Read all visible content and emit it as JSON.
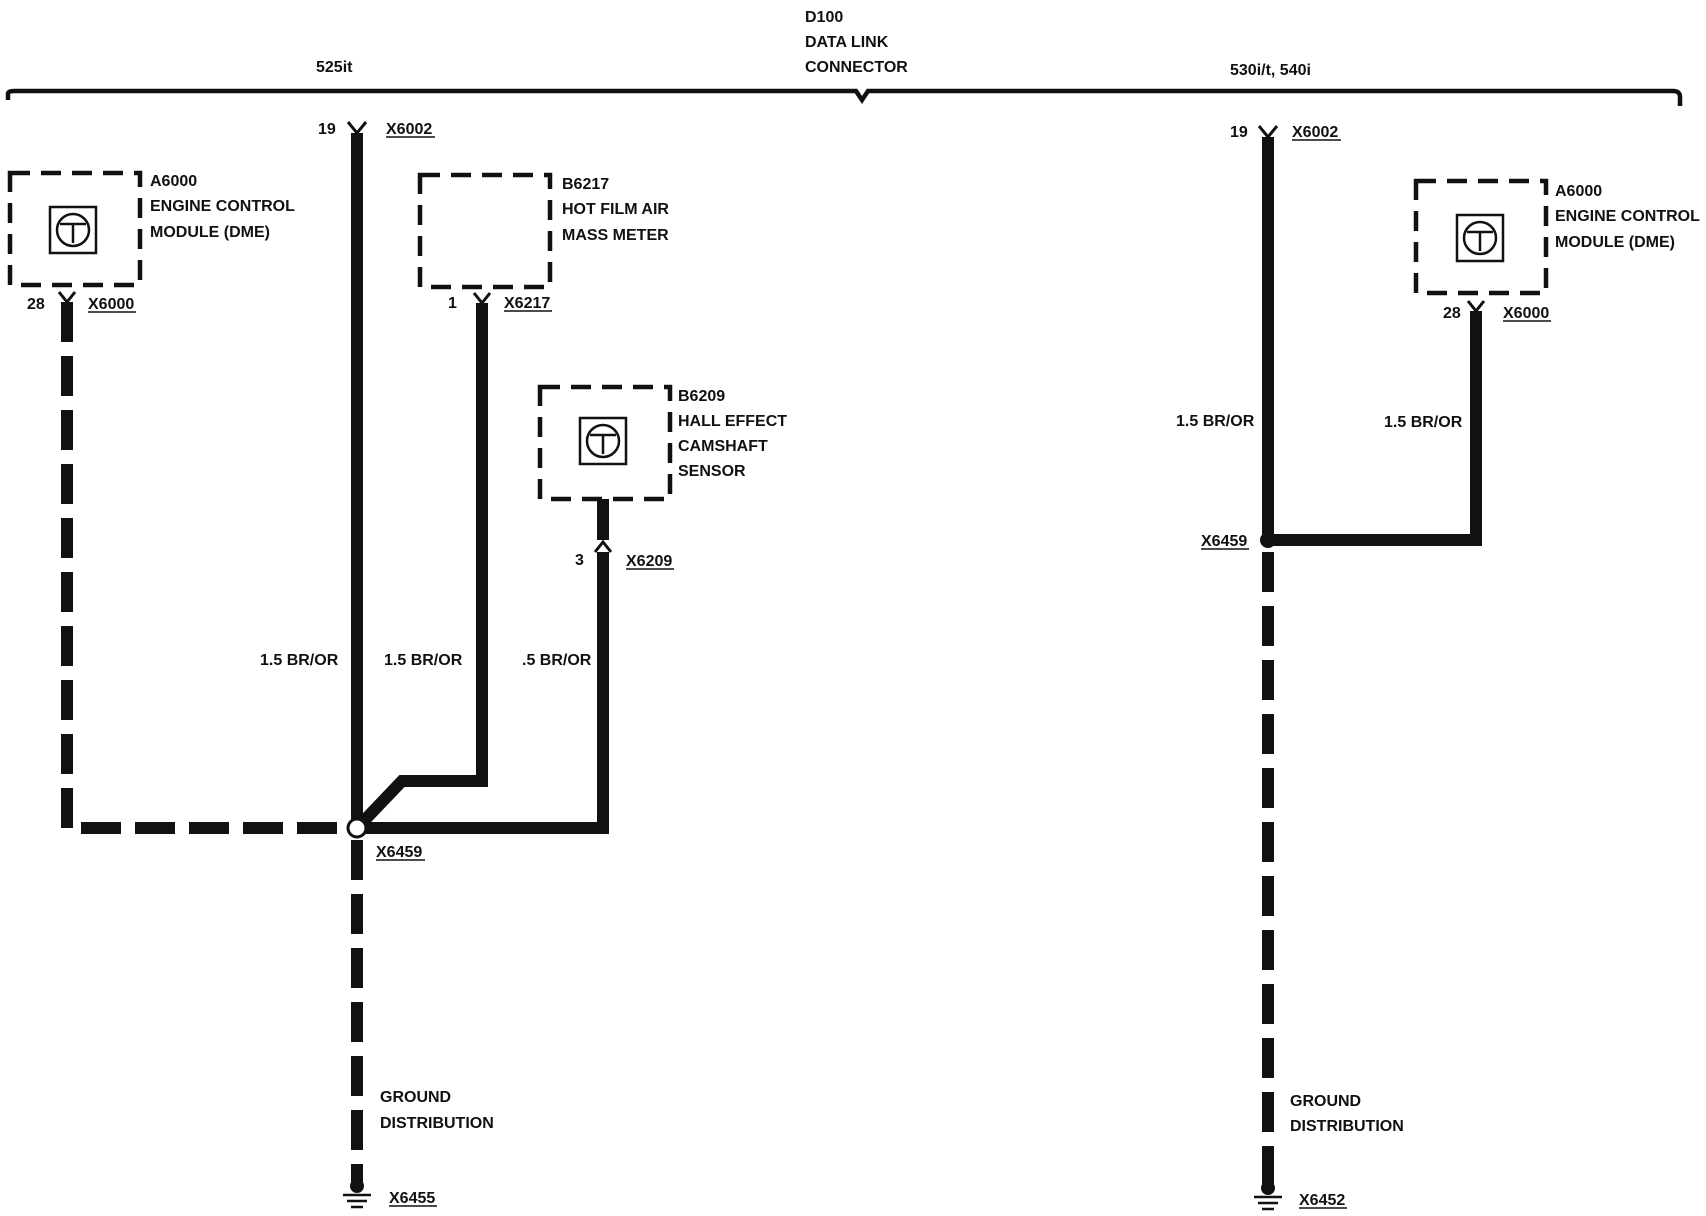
{
  "header": {
    "connector_id": "D100",
    "connector_name_1": "DATA LINK",
    "connector_name_2": "CONNECTOR",
    "variant_left": "525it",
    "variant_right": "530i/t, 540i"
  },
  "left": {
    "dlc_pin": "19",
    "dlc_conn": "X6002",
    "ecm": {
      "id": "A6000",
      "name_1": "ENGINE CONTROL",
      "name_2": "MODULE (DME)",
      "pin": "28",
      "conn": "X6000"
    },
    "maf": {
      "id": "B6217",
      "name_1": "HOT FILM AIR",
      "name_2": "MASS METER",
      "pin": "1",
      "conn": "X6217"
    },
    "cam": {
      "id": "B6209",
      "name_1": "HALL EFFECT",
      "name_2": "CAMSHAFT",
      "name_3": "SENSOR",
      "pin": "3",
      "conn": "X6209"
    },
    "wire_dlc": "1.5 BR/OR",
    "wire_maf": "1.5 BR/OR",
    "wire_cam": ".5 BR/OR",
    "splice": "X6459",
    "ground_1": "GROUND",
    "ground_2": "DISTRIBUTION",
    "ground_conn": "X6455"
  },
  "right": {
    "dlc_pin": "19",
    "dlc_conn": "X6002",
    "ecm": {
      "id": "A6000",
      "name_1": "ENGINE CONTROL",
      "name_2": "MODULE (DME)",
      "pin": "28",
      "conn": "X6000"
    },
    "wire_dlc": "1.5 BR/OR",
    "wire_ecm": "1.5 BR/OR",
    "splice": "X6459",
    "ground_1": "GROUND",
    "ground_2": "DISTRIBUTION",
    "ground_conn": "X6452"
  },
  "icons": [
    "connector-arrow-icon",
    "sensor-symbol-icon",
    "splice-node-icon",
    "ground-symbol-icon"
  ]
}
